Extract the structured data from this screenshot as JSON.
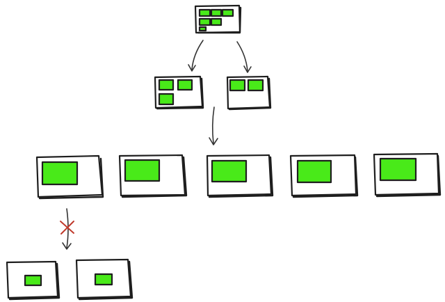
{
  "colors": {
    "block_fill": "#49ea19",
    "outline": "#1e1e1e",
    "arrow": "#333333",
    "rejection_cross": "#c0392b"
  },
  "diagram": {
    "root": {
      "blocks": 6
    },
    "split_level": [
      {
        "blocks": 3
      },
      {
        "blocks": 2
      }
    ],
    "fragment_level": {
      "boxes": 5,
      "blocks_per_box": 1
    },
    "invalid_split": {
      "boxes": 2,
      "blocks_per_box": 1,
      "marked_invalid": true
    },
    "icons": [
      "arrow-icon",
      "cross-icon"
    ]
  }
}
